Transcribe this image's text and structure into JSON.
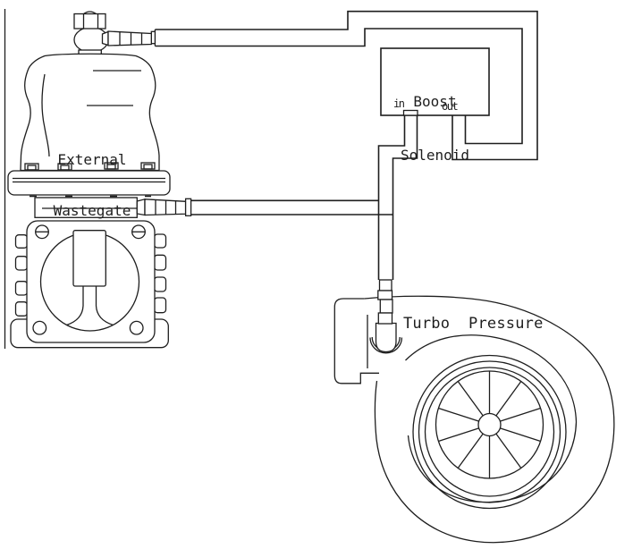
{
  "colors": {
    "background": "#ffffff",
    "ink": "#1e1e1e"
  },
  "wastegate": {
    "label_line1": "External",
    "label_line2": "Wastegate"
  },
  "boost_solenoid": {
    "label_line1": "Boost",
    "label_line2": "Solenoid",
    "port_in": "in",
    "port_out": "out"
  },
  "turbo": {
    "label": "Turbo  Pressure"
  }
}
